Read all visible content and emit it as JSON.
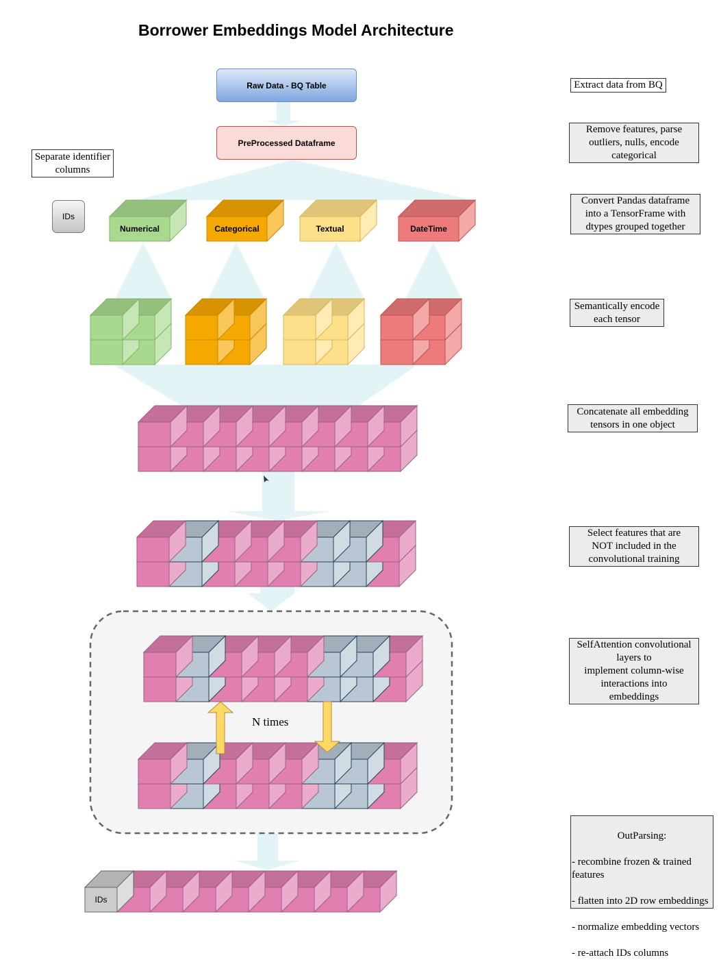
{
  "title": "Borrower Embeddings Model Architecture",
  "flow": {
    "raw_data": "Raw Data - BQ Table",
    "preprocessed": "PreProcessed Dataframe"
  },
  "ids_label": "IDs",
  "dtype_groups": [
    {
      "label": "Numerical",
      "color": "#a9d98e"
    },
    {
      "label": "Categorical",
      "color": "#f5a800"
    },
    {
      "label": "Textual",
      "color": "#ffe08a"
    },
    {
      "label": "DateTime",
      "color": "#ee7b7b"
    }
  ],
  "loop_label": "N times",
  "notes": {
    "separate_ids": "Separate identifier\ncolumns",
    "extract": "Extract data from BQ",
    "preprocess": "Remove features, parse\noutliers, nulls, encode\ncategorical",
    "convert": "Convert Pandas dataframe\ninto a TensorFrame with\ndtypes grouped together",
    "encode": "Semantically encode\neach tensor",
    "concat": "Concatenate all embedding\ntensors in one object",
    "select": "Select features that are\nNOT included in the\nconvolutional training",
    "attention": "SelfAttention convolutional\nlayers to\nimplement column-wise\ninteractions into\nembeddings",
    "outparsing_title": "OutParsing:",
    "outparsing_items": [
      "- recombine frozen & trained features",
      "- flatten into 2D row embeddings",
      "- normalize embedding vectors",
      "- re-attach IDs columns"
    ]
  },
  "colors": {
    "pink": "#e07fb0",
    "frozen_blue": "#b8c7d3",
    "flow_arrow": "#e3f4f6",
    "note_bg": "#ececec"
  }
}
